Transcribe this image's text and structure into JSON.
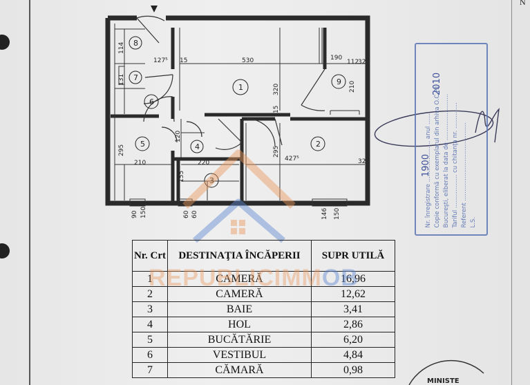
{
  "plan": {
    "dimensions": {
      "d530": "530",
      "d320": "320",
      "d15a": "15",
      "d15b": "15",
      "d190": "190",
      "d112": "112",
      "d32a": "32",
      "d32b": "32",
      "d210a": "210",
      "d114": "114",
      "d127": "127⁵",
      "d131": "131",
      "d295a": "295",
      "d210b": "210",
      "d120": "120",
      "d220": "220",
      "d295b": "295",
      "d4275": "427⁵",
      "d155": "155",
      "d90": "90",
      "d150a": "150",
      "d60a": "60",
      "d60b": "60",
      "d146": "146",
      "d150b": "150"
    },
    "rooms": [
      "1",
      "2",
      "3",
      "4",
      "5",
      "6",
      "7",
      "8",
      "9"
    ]
  },
  "table": {
    "header": {
      "nr": "Nr. Crt",
      "destinatia": "DESTINAŢIA ÎNCĂPERII",
      "supr": "SUPR UTILĂ"
    },
    "rows": [
      {
        "nr": "1",
        "name": "CAMERĂ",
        "area": "16,96"
      },
      {
        "nr": "2",
        "name": "CAMERĂ",
        "area": "12,62"
      },
      {
        "nr": "3",
        "name": "BAIE",
        "area": "3,41"
      },
      {
        "nr": "4",
        "name": "HOL",
        "area": "2,86"
      },
      {
        "nr": "5",
        "name": "BUCĂTĂRIE",
        "area": "6,20"
      },
      {
        "nr": "6",
        "name": "VESTIBUL",
        "area": "4,84"
      },
      {
        "nr": "7",
        "name": "CĂMARĂ",
        "area": "0,98"
      }
    ]
  },
  "stamp": {
    "lines": [
      "Nr. înregistrare ...................... anul ......",
      "Copie conformă cu exemplarul din arhiva O.C.P.I.",
      "Bucureşti, eliberat la data de .........................",
      "Tariful .................. cu chitanţa nr. ..............",
      "Referent ..........................................",
      "L.S."
    ],
    "handwritten_number": "1900",
    "handwritten_year": "2010"
  },
  "watermark": {
    "part1": "REPUBLICIMM",
    "part2": "OB"
  },
  "corner_text": "MINISTE",
  "top_right_glyph": "N"
}
